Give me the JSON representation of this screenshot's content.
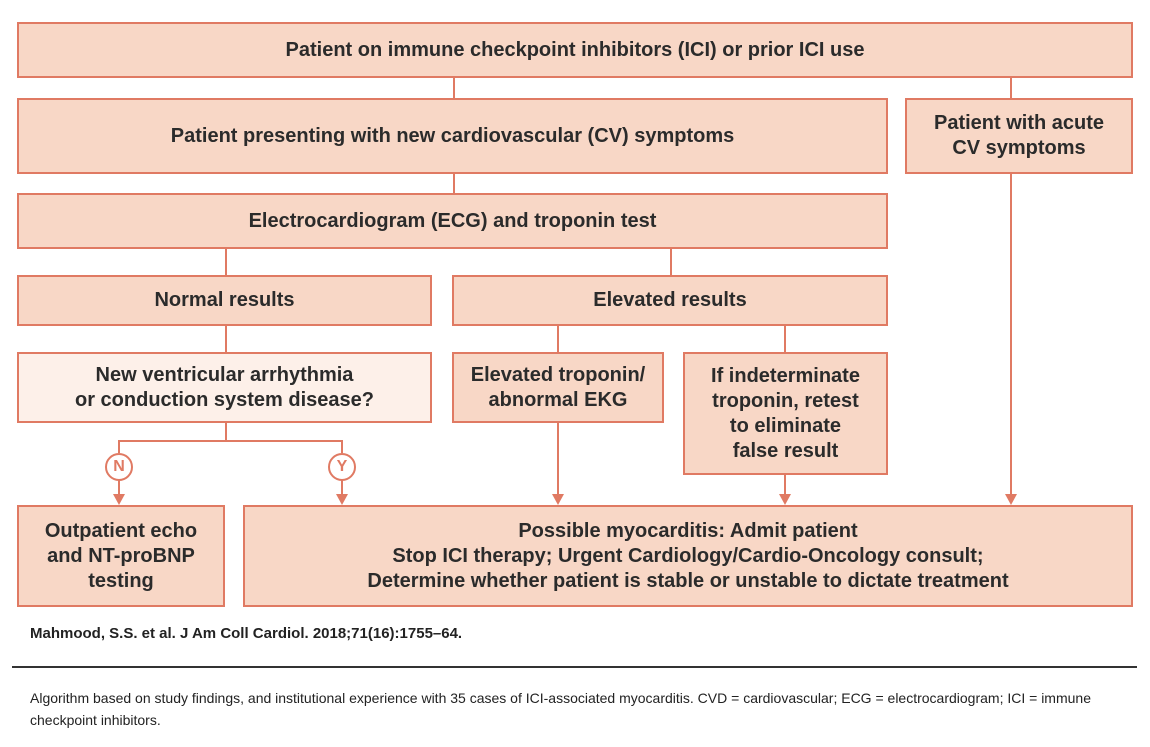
{
  "flowchart": {
    "top": "Patient on immune checkpoint inhibitors (ICI) or prior ICI use",
    "new_cv": "Patient presenting with new cardiovascular (CV) symptoms",
    "acute_cv": "Patient with acute\nCV symptoms",
    "ecg_test": "Electrocardiogram (ECG) and troponin test",
    "normal": "Normal results",
    "elevated": "Elevated results",
    "arrhythmia": "New ventricular arrhythmia\nor conduction system disease?",
    "elevated_troponin": "Elevated troponin/\nabnormal EKG",
    "indeterminate": "If indeterminate\ntroponin, retest\nto eliminate\nfalse result",
    "no_label": "N",
    "yes_label": "Y",
    "outpatient": "Outpatient echo\nand NT-proBNP\ntesting",
    "myocarditis": "Possible myocarditis: Admit patient\nStop ICI therapy; Urgent Cardiology/Cardio-Oncology consult;\nDetermine whether patient is stable or unstable to dictate treatment"
  },
  "citation": "Mahmood, S.S. et al. J Am Coll Cardiol. 2018;71(16):1755–64.",
  "caption": "Algorithm based on study findings, and institutional experience with 35 cases of ICI-associated myocarditis. CVD = cardiovascular; ECG = electrocardiogram; ICI = immune checkpoint inhibitors.",
  "colors": {
    "box_fill": "#f8d7c6",
    "box_light_fill": "#fdf0e9",
    "border": "#e07a63"
  }
}
